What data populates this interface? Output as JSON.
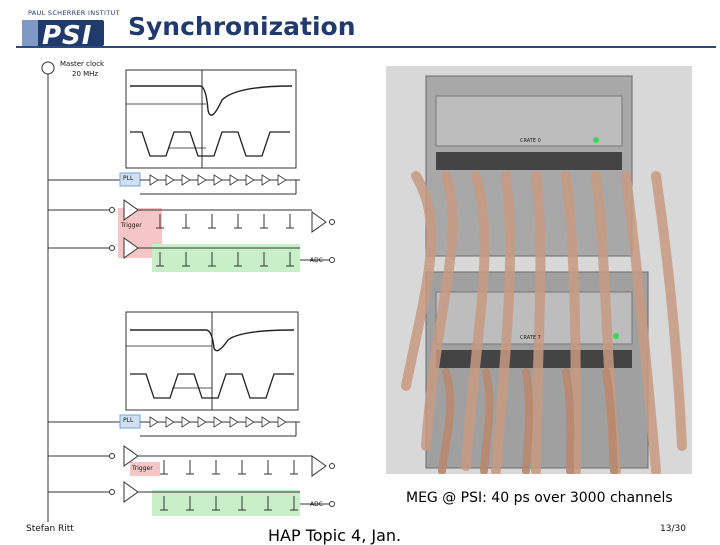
{
  "header": {
    "logo_top": "PAUL SCHERRER INSTITUT",
    "logo_psi": "PSI",
    "title": "Synchronization"
  },
  "diagram": {
    "master_clock_line1": "Master clock",
    "master_clock_line2": "20 MHz",
    "pll_label": "PLL",
    "trigger_label": "Trigger",
    "adc_label": "ADC"
  },
  "caption": "MEG @ PSI: 40 ps over 3000 channels",
  "footer": {
    "author": "Stefan Ritt",
    "event": "HAP Topic 4, Jan.",
    "page": "13/30"
  },
  "photo": {
    "crate_top": "CRATE 0",
    "crate_bottom": "CRATE 7"
  },
  "colors": {
    "title": "#1f3a6b",
    "pll_box": "#cfe0f5",
    "trigger_box": "#f6c6c6",
    "adc_box": "#c8f0c8",
    "cable": "#c89a82",
    "crate": "#9a9a9a"
  }
}
